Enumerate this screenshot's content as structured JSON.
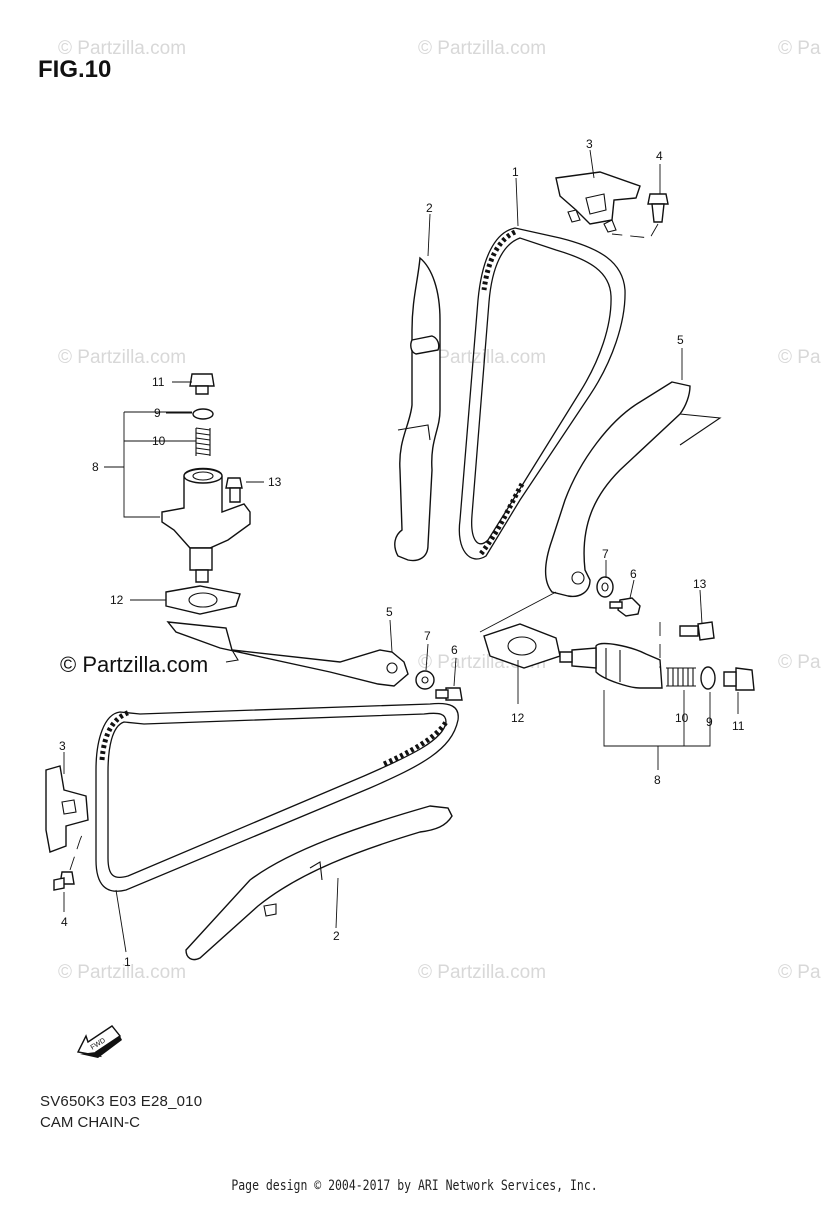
{
  "figure": {
    "title": "FIG.10"
  },
  "watermark": {
    "text": "© Partzilla.com",
    "short_text": "© Pa"
  },
  "brand": {
    "text": "© Partzilla.com"
  },
  "diagram": {
    "code": "SV650K3 E03 E28_010",
    "caption": "CAM CHAIN-C",
    "fwd_label": "FWD"
  },
  "callouts": {
    "chain": "1",
    "guide": "2",
    "chain_guide_plate": "3",
    "plate_bolt": "4",
    "tensioner": "5",
    "tensioner_washer": "7",
    "tensioner_bolt": "6",
    "adjuster_assy": "8",
    "adjuster_gasket_washer": "9",
    "adjuster_spring": "10",
    "adjuster_cap_bolt": "11",
    "adjuster_gasket": "12",
    "adjuster_mount_bolt": "13"
  },
  "footer": {
    "text": "Page design © 2004-2017 by ARI Network Services, Inc."
  }
}
